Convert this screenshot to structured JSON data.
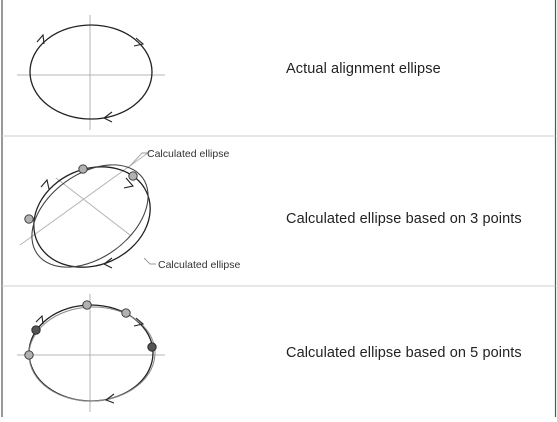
{
  "rows": [
    {
      "caption": "Actual alignment ellipse"
    },
    {
      "caption": "Calculated ellipse based on 3 points",
      "callouts": [
        "Calculated ellipse",
        "Calculated ellipse"
      ]
    },
    {
      "caption": "Calculated ellipse based on 5 points"
    }
  ],
  "colors": {
    "frame": "#555555",
    "axis": "#b4b4b4",
    "ellipse": "#222222",
    "calculated_ellipse": "#888888",
    "point_light": "#b2b2b2",
    "point_dark": "#555555",
    "callout_line": "#9a9a9a",
    "text": "#222222"
  }
}
